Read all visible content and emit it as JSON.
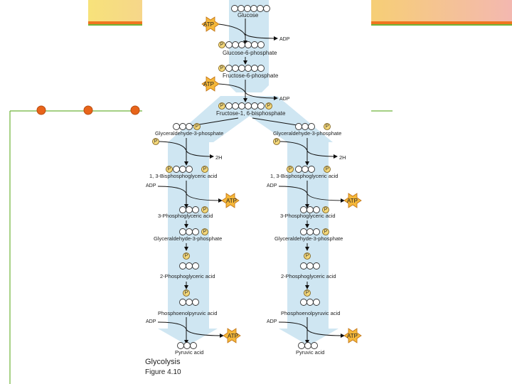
{
  "slide": {
    "accent_orange": "#f0761f",
    "accent_green": "#6fb43a"
  },
  "figure": {
    "caption_title": "Glycolysis",
    "caption_figure": "Figure 4.10"
  },
  "pathway": {
    "glucose": "Glucose",
    "atp": "ATP",
    "adp": "ADP",
    "p": "P",
    "g6p": "Glucose-6-phosphate",
    "f6p": "Fructose-6-phosphate",
    "f16bp": "Fructose-1, 6-bisphosphate",
    "g3p": "Glyceraldehyde-3-phosphate",
    "h2": "2H",
    "bpg": "1, 3-Bisphosphoglyceric acid",
    "pga3": "3-Phosphoglyceric acid",
    "gly3p": "Glyceraldehyde-3-phosphate",
    "pga2": "2-Phosphoglyceric acid",
    "pep": "Phosphoenolpyruvic acid",
    "pyruvate": "Pyruvic acid"
  }
}
